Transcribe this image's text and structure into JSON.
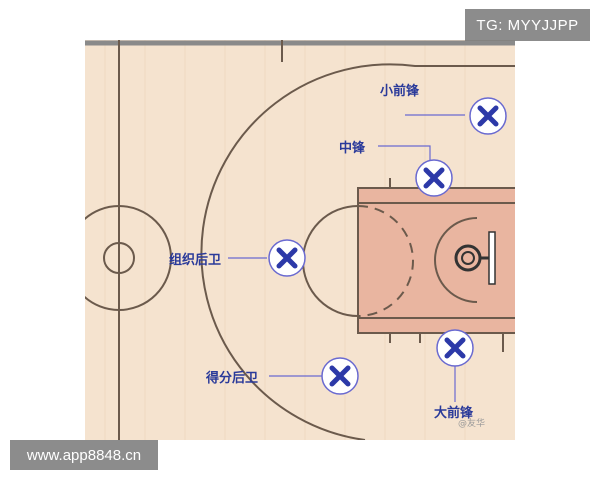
{
  "watermarks": {
    "top": "TG: MYYJJPP",
    "bottom": "www.app8848.cn",
    "credit": "@友华"
  },
  "colors": {
    "court_wood": "#f5e3cf",
    "paint": "#e9b5a0",
    "lines": "#6b5a4c",
    "marker": "#2c39a8",
    "leader_line": "#6a6ad0"
  },
  "positions": [
    {
      "id": "small-forward",
      "label": "小前锋",
      "icon": "x-marker"
    },
    {
      "id": "center",
      "label": "中锋",
      "icon": "x-marker"
    },
    {
      "id": "point-guard",
      "label": "组织后卫",
      "icon": "x-marker"
    },
    {
      "id": "shooting-guard",
      "label": "得分后卫",
      "icon": "x-marker"
    },
    {
      "id": "power-forward",
      "label": "大前锋",
      "icon": "x-marker"
    }
  ]
}
